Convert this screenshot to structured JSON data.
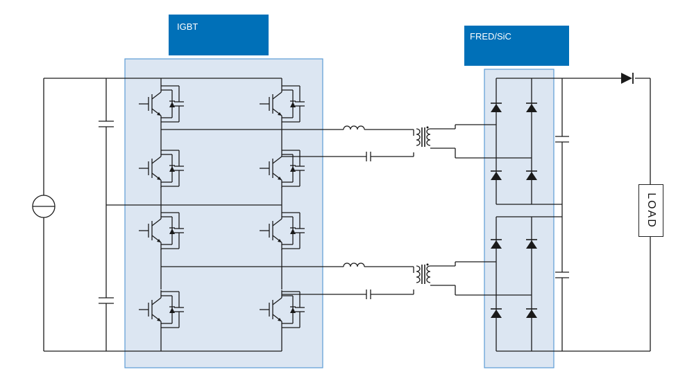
{
  "labels": {
    "igbt": "IGBT",
    "fred_sic": "FRED/SiC",
    "load": "LOAD"
  },
  "colors": {
    "label_bg": "#0070b8",
    "region_fill": "#dce6f2",
    "region_stroke": "#5b9bd5",
    "wire": "#1a1a1a"
  },
  "components": {
    "igbt_switches": 8,
    "bridge_diodes": 8,
    "transformers": 2,
    "output_diode": 1
  }
}
